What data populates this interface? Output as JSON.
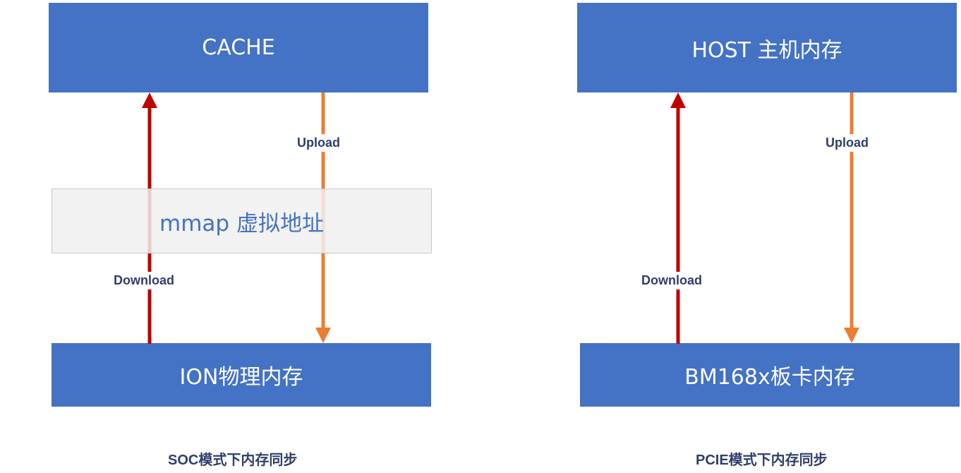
{
  "left": {
    "top_box": "CACHE",
    "middle_box": "mmap 虚拟地址",
    "bottom_box": "ION物理内存",
    "upload_label": "Upload",
    "download_label": "Download",
    "caption": "SOC模式下内存同步"
  },
  "right": {
    "top_box": "HOST 主机内存",
    "bottom_box": "BM168x板卡内存",
    "upload_label": "Upload",
    "download_label": "Download",
    "caption": "PCIE模式下内存同步"
  },
  "colors": {
    "box_fill": "#4472c4",
    "download_arrow": "#c00000",
    "upload_arrow": "#ed7d31"
  }
}
